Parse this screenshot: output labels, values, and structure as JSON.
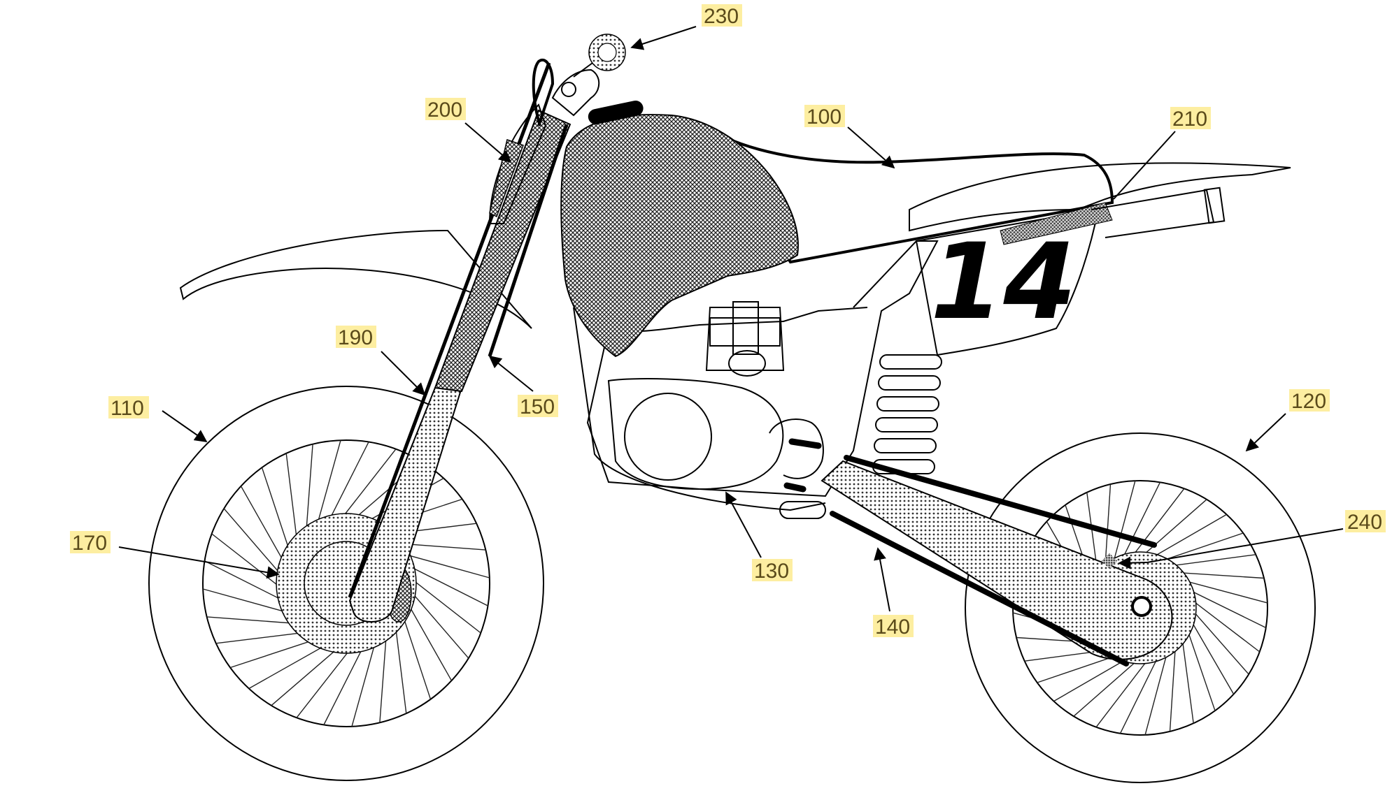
{
  "colors": {
    "label_highlight": "#fdeea1",
    "label_text": "#5a4a1a",
    "line": "#000000",
    "background": "#ffffff"
  },
  "race_number": "14",
  "labels": {
    "l100": "100",
    "l110": "110",
    "l120": "120",
    "l130": "130",
    "l140": "140",
    "l150": "150",
    "l170": "170",
    "l190": "190",
    "l200": "200",
    "l210": "210",
    "l230": "230",
    "l240": "240"
  }
}
